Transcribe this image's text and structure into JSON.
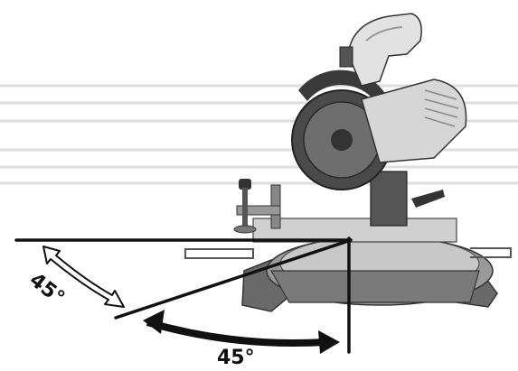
{
  "diagram": {
    "angle_labels": {
      "bevel": "45°",
      "miter": "45°"
    },
    "colors": {
      "background": "#ffffff",
      "line": "#111111",
      "saw_body": "#d9d9d9",
      "saw_dark": "#555555",
      "stripes": "#dcdcdc"
    },
    "icons": [
      "miter-saw-illustration",
      "double-arrow-outline",
      "double-arrow-solid"
    ]
  }
}
